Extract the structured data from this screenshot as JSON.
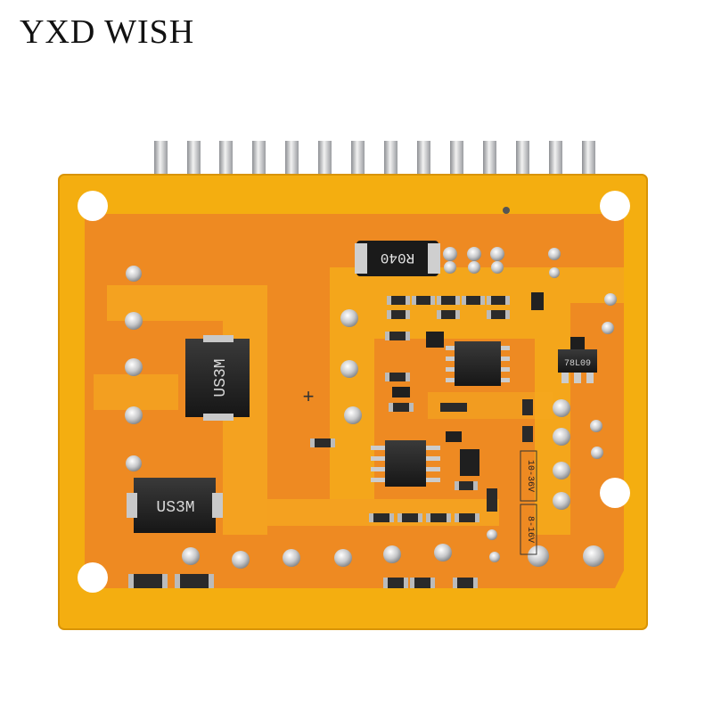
{
  "brand": {
    "title": "YXD WISH"
  },
  "board": {
    "pcb_color": "#f5b012",
    "copper_color": "#ee8a24",
    "labels": {
      "shunt": "R040",
      "diode_top": "US3M",
      "diode_bottom": "US3M",
      "regulator": "78L09",
      "plus_sign": "+",
      "range_a": "10-36V",
      "range_b": "8-16V"
    }
  }
}
